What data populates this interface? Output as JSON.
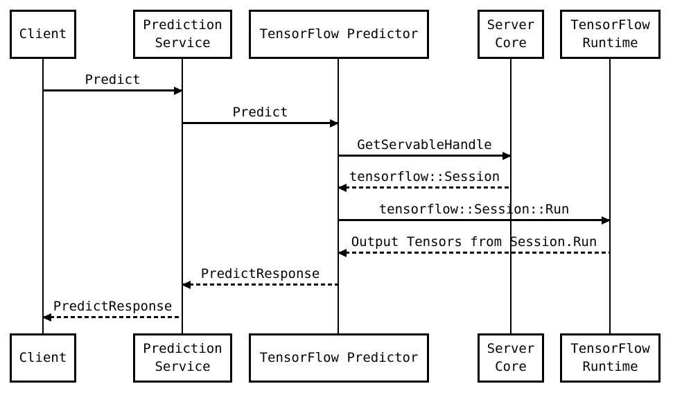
{
  "colors": {
    "background": "#ffffff",
    "foreground": "#000000"
  },
  "diagram_type": "sequence-diagram",
  "actors": [
    {
      "id": "client",
      "label": "Client"
    },
    {
      "id": "prediction-service",
      "label": "Prediction Service"
    },
    {
      "id": "tensorflow-predictor",
      "label": "TensorFlow Predictor"
    },
    {
      "id": "server-core",
      "label": "Server Core"
    },
    {
      "id": "tensorflow-runtime",
      "label": "TensorFlow Runtime"
    }
  ],
  "messages": [
    {
      "label": "Predict",
      "from": "client",
      "to": "prediction-service",
      "line": "solid"
    },
    {
      "label": "Predict",
      "from": "prediction-service",
      "to": "tensorflow-predictor",
      "line": "solid"
    },
    {
      "label": "GetServableHandle",
      "from": "tensorflow-predictor",
      "to": "server-core",
      "line": "solid"
    },
    {
      "label": "tensorflow::Session",
      "from": "server-core",
      "to": "tensorflow-predictor",
      "line": "dashed"
    },
    {
      "label": "tensorflow::Session::Run",
      "from": "tensorflow-predictor",
      "to": "tensorflow-runtime",
      "line": "solid"
    },
    {
      "label": "Output Tensors from Session.Run",
      "from": "tensorflow-runtime",
      "to": "tensorflow-predictor",
      "line": "dashed"
    },
    {
      "label": "PredictResponse",
      "from": "tensorflow-predictor",
      "to": "prediction-service",
      "line": "dashed"
    },
    {
      "label": "PredictResponse",
      "from": "prediction-service",
      "to": "client",
      "line": "dashed"
    }
  ]
}
